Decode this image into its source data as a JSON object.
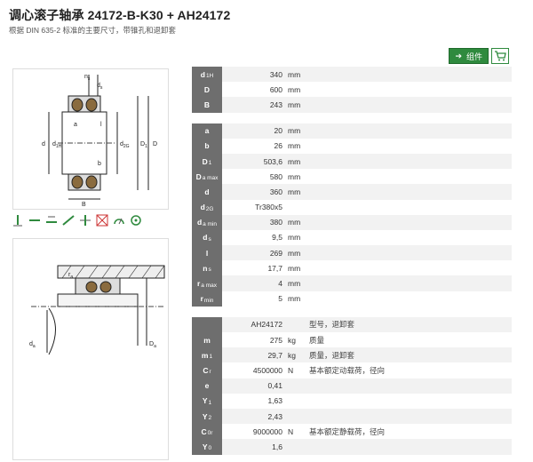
{
  "header": {
    "title": "调心滚子轴承  24172-B-K30 + AH24172",
    "subtitle": "根据  DIN 635-2 标准的主要尺寸，带锥孔和退卸套"
  },
  "toolbar": {
    "component_label": "组件"
  },
  "groups": [
    [
      {
        "sym": "d",
        "sub": "1H",
        "val": "340",
        "unit": "mm",
        "desc": ""
      },
      {
        "sym": "D",
        "sub": "",
        "val": "600",
        "unit": "mm",
        "desc": ""
      },
      {
        "sym": "B",
        "sub": "",
        "val": "243",
        "unit": "mm",
        "desc": ""
      }
    ],
    [
      {
        "sym": "a",
        "sub": "",
        "val": "20",
        "unit": "mm",
        "desc": ""
      },
      {
        "sym": "b",
        "sub": "",
        "val": "26",
        "unit": "mm",
        "desc": ""
      },
      {
        "sym": "D",
        "sub": "1",
        "val": "503,6",
        "unit": "mm",
        "desc": ""
      },
      {
        "sym": "D",
        "sub": "a max",
        "val": "580",
        "unit": "mm",
        "desc": ""
      },
      {
        "sym": "d",
        "sub": "",
        "val": "360",
        "unit": "mm",
        "desc": ""
      },
      {
        "sym": "d",
        "sub": "2G",
        "val": "Tr380x5",
        "unit": "",
        "desc": ""
      },
      {
        "sym": "d",
        "sub": "a min",
        "val": "380",
        "unit": "mm",
        "desc": ""
      },
      {
        "sym": "d",
        "sub": "s",
        "val": "9,5",
        "unit": "mm",
        "desc": ""
      },
      {
        "sym": "l",
        "sub": "",
        "val": "269",
        "unit": "mm",
        "desc": ""
      },
      {
        "sym": "n",
        "sub": "s",
        "val": "17,7",
        "unit": "mm",
        "desc": ""
      },
      {
        "sym": "r",
        "sub": "a max",
        "val": "4",
        "unit": "mm",
        "desc": ""
      },
      {
        "sym": "r",
        "sub": "min",
        "val": "5",
        "unit": "mm",
        "desc": ""
      }
    ],
    [
      {
        "sym": "",
        "sub": "",
        "val": "AH24172",
        "unit": "",
        "desc": "型号，退卸套"
      },
      {
        "sym": "m",
        "sub": "",
        "val": "275",
        "unit": "kg",
        "desc": "质量"
      },
      {
        "sym": "m",
        "sub": "1",
        "val": "29,7",
        "unit": "kg",
        "desc": "质量，退卸套"
      },
      {
        "sym": "C",
        "sub": "r",
        "val": "4500000",
        "unit": "N",
        "desc": "基本额定动载荷，径向"
      },
      {
        "sym": "e",
        "sub": "",
        "val": "0,41",
        "unit": "",
        "desc": ""
      },
      {
        "sym": "Y",
        "sub": "1",
        "val": "1,63",
        "unit": "",
        "desc": ""
      },
      {
        "sym": "Y",
        "sub": "2",
        "val": "2,43",
        "unit": "",
        "desc": ""
      },
      {
        "sym": "C",
        "sub": "0r",
        "val": "9000000",
        "unit": "N",
        "desc": "基本额定静载荷，径向"
      },
      {
        "sym": "Y",
        "sub": "0",
        "val": "1,6",
        "unit": "",
        "desc": ""
      }
    ]
  ],
  "drawing1_labels": [
    "n",
    "d",
    "a",
    "l",
    "d",
    "d",
    "d",
    "D",
    "D",
    "b",
    "B"
  ],
  "drawing1_subs": [
    "s",
    "s",
    "",
    "",
    "",
    "1H",
    "2G",
    "1",
    "",
    "",
    ""
  ],
  "drawing2_labels": [
    "r",
    "d",
    "D"
  ],
  "drawing2_subs": [
    "a",
    "a",
    "a"
  ],
  "icons": [
    "radial-load-icon",
    "axial-load-icon",
    "combined-load-icon",
    "tilt-icon",
    "misalignment-icon",
    "seal-icon",
    "speed-icon",
    "lubrication-icon"
  ]
}
